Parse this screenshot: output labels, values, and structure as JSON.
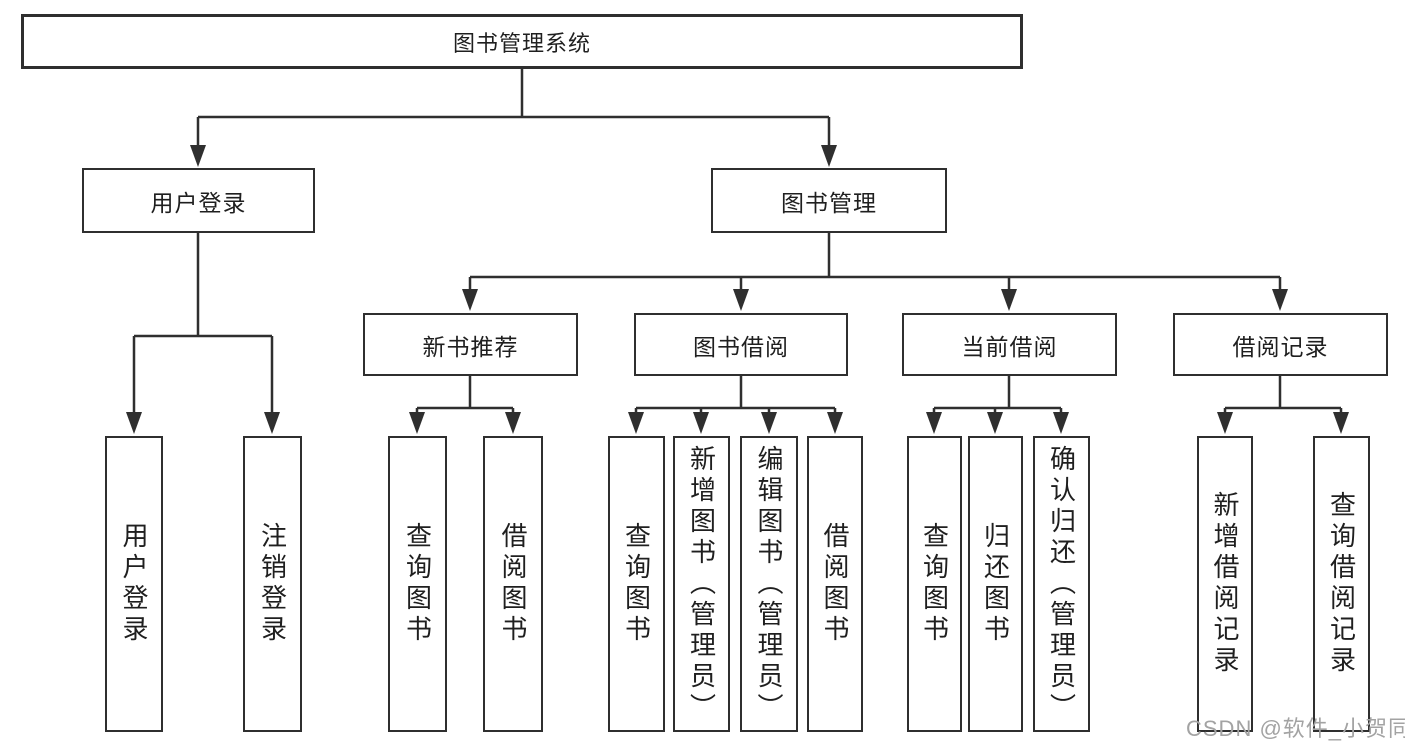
{
  "colors": {
    "line": "#2f2f2f",
    "box_border": "#2f2f2f",
    "box_fill": "#ffffff",
    "text": "#1f1f1f",
    "watermark": "#a3a3a3"
  },
  "watermark": {
    "text": "CSDN @软件_小贺同学"
  },
  "tree": {
    "root": "图书管理系统",
    "branches": [
      {
        "label": "用户登录",
        "children": [
          "用户登录",
          "注销登录"
        ]
      },
      {
        "label": "图书管理",
        "groups": [
          {
            "label": "新书推荐",
            "children": [
              "查询图书",
              "借阅图书"
            ]
          },
          {
            "label": "图书借阅",
            "children": [
              "查询图书",
              "新增图书（管理员）",
              "编辑图书（管理员）",
              "借阅图书"
            ]
          },
          {
            "label": "当前借阅",
            "children": [
              "查询图书",
              "归还图书",
              "确认归还（管理员）"
            ]
          },
          {
            "label": "借阅记录",
            "children": [
              "新增借阅记录",
              "查询借阅记录"
            ]
          }
        ]
      }
    ]
  }
}
